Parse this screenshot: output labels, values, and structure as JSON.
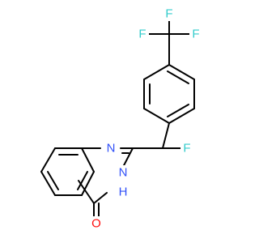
{
  "molecule": {
    "atoms": {
      "f_top": {
        "symbol": "F",
        "color": "#33CCCC"
      },
      "f_left": {
        "symbol": "F",
        "color": "#33CCCC"
      },
      "f_right": {
        "symbol": "F",
        "color": "#33CCCC"
      },
      "f_side": {
        "symbol": "F",
        "color": "#33CCCC"
      },
      "n_ring": {
        "symbol": "N",
        "color": "#3050F8"
      },
      "nh_ring": {
        "symbol": "N",
        "color": "#3050F8"
      },
      "nh_hydrogen": {
        "symbol": "H",
        "color": "#3050F8"
      },
      "o_carbonyl": {
        "symbol": "O",
        "color": "#FF0D0D"
      }
    }
  }
}
